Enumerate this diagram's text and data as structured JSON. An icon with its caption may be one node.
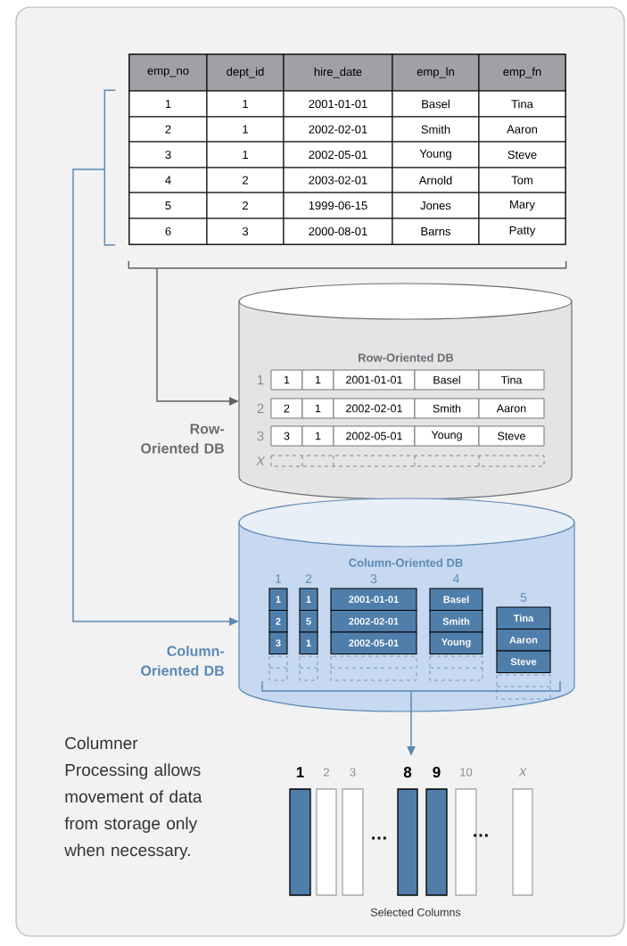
{
  "diagram": {
    "nodes": [
      {
        "text": [],
        "shape": "box"
      },
      {
        "text": [
          "Row-Oriented DB"
        ],
        "beside": [
          "Row-Oriented DB"
        ]
      },
      {
        "text": [
          "Column-Oriented DB"
        ],
        "beside": [
          "Column-Oriented DB"
        ]
      },
      {
        "text": [
          "Selected Columns"
        ]
      }
    ],
    "edges": [
      {
        "from": 0,
        "to": 1,
        "arrow": "to",
        "color": "#5f6166"
      },
      {
        "from": 0,
        "to": 2,
        "arrow": "to"
      },
      {
        "from": 2,
        "to": 3,
        "arrow": "to"
      }
    ],
    "labels": [
      "emp_no",
      "dept_id",
      "hire_date",
      "emp_ln",
      "emp_fn",
      "1",
      "1",
      "2001-01-01",
      "Basel",
      "Tina",
      "2",
      "1",
      "2002-02-01",
      "Smith",
      "Aaron",
      "3",
      "1",
      "2002-05-01",
      "Young",
      "Steve",
      "4",
      "2",
      "2003-02-01",
      "Arnold",
      "Tom",
      "5",
      "2",
      "1999-06-15",
      "Jones",
      "Mary",
      "6",
      "3",
      "2000-08-01",
      "Barns",
      "Patty",
      "1",
      "1",
      "1",
      "2001-01-01",
      "Basel",
      "Tina",
      "2",
      "2",
      "1",
      "2002-02-01",
      "Smith",
      "Aaron",
      "3",
      "3",
      "1",
      "2002-05-01",
      "Young",
      "Steve",
      "X",
      "1",
      "1",
      "2",
      "3",
      "2",
      "1",
      "5",
      "1",
      "3",
      "2001-01-01",
      "2002-02-01",
      "2002-05-01",
      "4",
      "Basel",
      "Smith",
      "Young",
      "5",
      "Tina",
      "Aaron",
      "Steve",
      "Columner Processing allows movement of data from storage only when necessary.",
      "1",
      "2",
      "3",
      "8",
      "9",
      "10",
      "X",
      "…",
      "…"
    ]
  }
}
